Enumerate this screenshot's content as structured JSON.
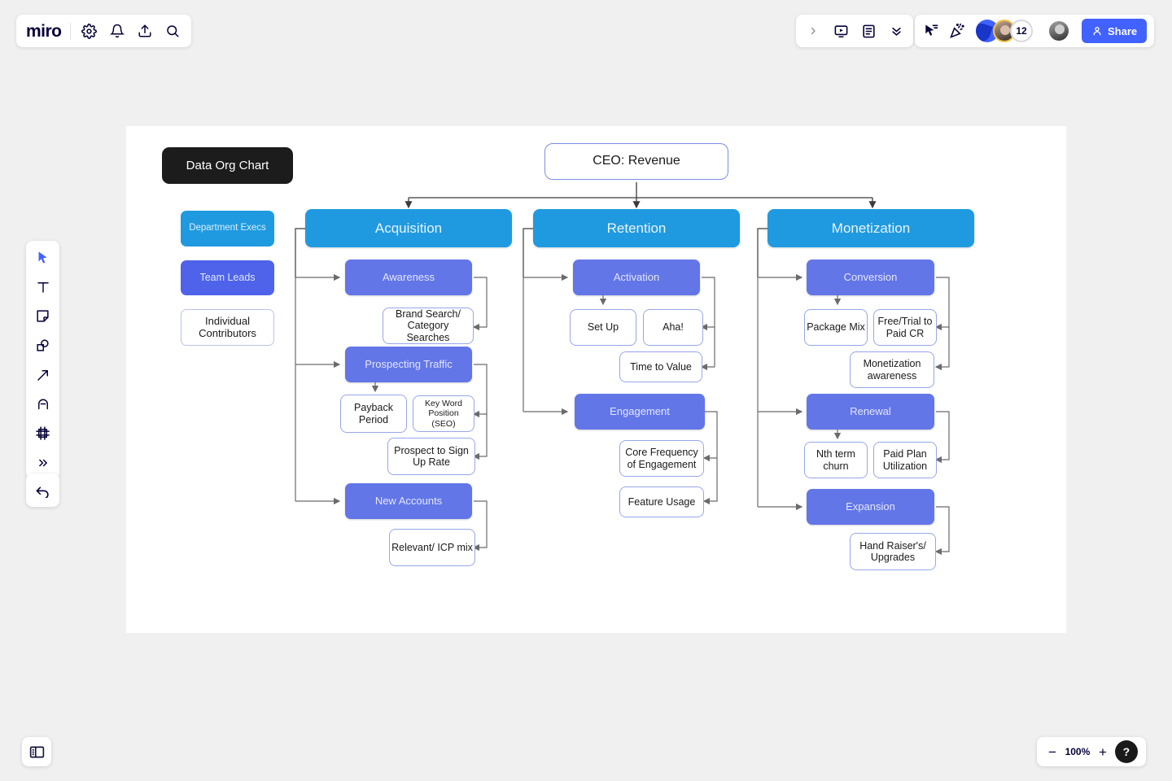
{
  "app": {
    "brand": "miro",
    "board_title": "Data Org Chart"
  },
  "toolbar_top_left": {
    "icons": [
      {
        "name": "gear-icon",
        "label": "Settings"
      },
      {
        "name": "bell-icon",
        "label": "Notifications"
      },
      {
        "name": "upload-icon",
        "label": "Upload"
      },
      {
        "name": "search-icon",
        "label": "Search"
      }
    ]
  },
  "toolbar_top_right": {
    "group_a": [
      {
        "name": "chevron-right-icon",
        "label": "Expand"
      },
      {
        "name": "presentation-icon",
        "label": "Present"
      },
      {
        "name": "document-icon",
        "label": "Notes"
      },
      {
        "name": "double-chevron-down-icon",
        "label": "More"
      }
    ],
    "group_b": [
      {
        "name": "cursor-share-icon",
        "label": "Follow cursors"
      },
      {
        "name": "party-popper-icon",
        "label": "Reactions"
      }
    ],
    "collaborator_count": "12",
    "share_label": "Share",
    "share_color": "#4262ff"
  },
  "tools": [
    {
      "name": "select-tool",
      "label": "Select",
      "active": true
    },
    {
      "name": "text-tool",
      "label": "Text"
    },
    {
      "name": "sticky-note-tool",
      "label": "Sticky note"
    },
    {
      "name": "shapes-tool",
      "label": "Shapes"
    },
    {
      "name": "arrow-tool",
      "label": "Connection line"
    },
    {
      "name": "pen-tool",
      "label": "Pen"
    },
    {
      "name": "frame-tool",
      "label": "Frame"
    },
    {
      "name": "more-tools",
      "label": "More apps"
    }
  ],
  "undo_label": "Undo",
  "panel_toggle_label": "Toggle panel",
  "zoom": {
    "minus": "−",
    "level": "100%",
    "plus": "+",
    "help": "?"
  },
  "legend": {
    "items": [
      {
        "label": "Department Execs",
        "type": "dept",
        "color": "#1f9ae0"
      },
      {
        "label": "Team Leads",
        "type": "lead",
        "color": "#4e63ea"
      },
      {
        "label": "Individual Contributors",
        "type": "ic",
        "color": "#ffffff"
      }
    ]
  },
  "chart_data": {
    "type": "diagram",
    "title": "Data Org Chart",
    "root": "CEO: Revenue",
    "branches": [
      {
        "name": "Acquisition",
        "level": "department",
        "children": [
          {
            "name": "Awareness",
            "level": "team-lead",
            "metrics": [
              "Brand Search/ Category Searches"
            ]
          },
          {
            "name": "Prospecting Traffic",
            "level": "team-lead",
            "metrics": [
              "Payback Period",
              "Key Word Position (SEO)",
              "Prospect to Sign Up Rate"
            ]
          },
          {
            "name": "New Accounts",
            "level": "team-lead",
            "metrics": [
              "Relevant/ ICP mix"
            ]
          }
        ]
      },
      {
        "name": "Retention",
        "level": "department",
        "children": [
          {
            "name": "Activation",
            "level": "team-lead",
            "metrics": [
              "Set Up",
              "Aha!",
              "Time to Value"
            ]
          },
          {
            "name": "Engagement",
            "level": "team-lead",
            "metrics": [
              "Core Frequency of Engagement",
              "Feature Usage"
            ]
          }
        ]
      },
      {
        "name": "Monetization",
        "level": "department",
        "children": [
          {
            "name": "Conversion",
            "level": "team-lead",
            "metrics": [
              "Package Mix",
              "Free/Trial to Paid CR",
              "Monetization awareness"
            ]
          },
          {
            "name": "Renewal",
            "level": "team-lead",
            "metrics": [
              "Nth term churn",
              "Paid Plan Utilization"
            ]
          },
          {
            "name": "Expansion",
            "level": "team-lead",
            "metrics": [
              "Hand Raiser's/ Upgrades"
            ]
          }
        ]
      }
    ]
  },
  "nodes": {
    "root": "CEO: Revenue",
    "acquisition": "Acquisition",
    "retention": "Retention",
    "monetization": "Monetization",
    "awareness": "Awareness",
    "brand_search": "Brand Search/ Category Searches",
    "prospecting_traffic": "Prospecting Traffic",
    "payback_period": "Payback Period",
    "keyword_position": "Key Word Position (SEO)",
    "prospect_signup": "Prospect to Sign Up Rate",
    "new_accounts": "New Accounts",
    "relevant_icp": "Relevant/ ICP mix",
    "activation": "Activation",
    "set_up": "Set Up",
    "aha": "Aha!",
    "time_to_value": "Time to Value",
    "engagement": "Engagement",
    "core_frequency": "Core Frequency of Engagement",
    "feature_usage": "Feature Usage",
    "conversion": "Conversion",
    "package_mix": "Package Mix",
    "free_trial": "Free/Trial to Paid CR",
    "monetization_awareness": "Monetization awareness",
    "renewal": "Renewal",
    "nth_term_churn": "Nth term churn",
    "paid_plan": "Paid Plan Utilization",
    "expansion": "Expansion",
    "hand_raisers": "Hand Raiser's/ Upgrades"
  }
}
